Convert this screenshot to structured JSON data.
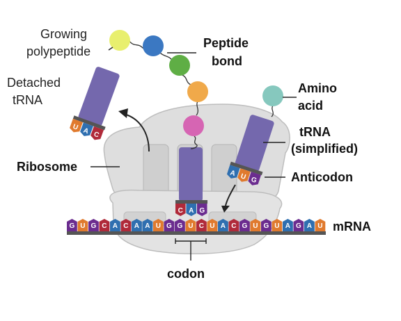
{
  "labels": {
    "growing_polypeptide_1": "Growing",
    "growing_polypeptide_2": "polypeptide",
    "peptide_bond_1": "Peptide",
    "peptide_bond_2": "bond",
    "detached_trna_1": "Detached",
    "detached_trna_2": "tRNA",
    "amino_acid_1": "Amino",
    "amino_acid_2": "acid",
    "trna_1": "tRNA",
    "trna_2": "(simplified)",
    "ribosome": "Ribosome",
    "anticodon": "Anticodon",
    "mrna": "mRNA",
    "codon": "codon"
  },
  "mrna_sequence": [
    "G",
    "U",
    "G",
    "C",
    "A",
    "C",
    "A",
    "A",
    "U",
    "G",
    "G",
    "U",
    "C",
    "U",
    "A",
    "C",
    "G",
    "U",
    "G",
    "U",
    "A",
    "G",
    "A",
    "U"
  ],
  "ribosome_trna_anticodon": [
    "C",
    "A",
    "G"
  ],
  "detached_trna_anticodon": [
    "U",
    "A",
    "C"
  ],
  "incoming_trna_anticodon": [
    "A",
    "U",
    "G"
  ],
  "base_colors": {
    "A": "#2f6fb0",
    "U": "#e07a2e",
    "G": "#6b2c8f",
    "C": "#b02a3a"
  },
  "amino_acid_colors": [
    "#e8ef6e",
    "#3b78c2",
    "#5fae45",
    "#f0a94a",
    "#d665b3",
    "#86c8be"
  ],
  "colors": {
    "trna": "#7468ad",
    "ribosome": "#dedede",
    "ribosome_outline": "#bdbdbd",
    "backbone": "#555555"
  }
}
